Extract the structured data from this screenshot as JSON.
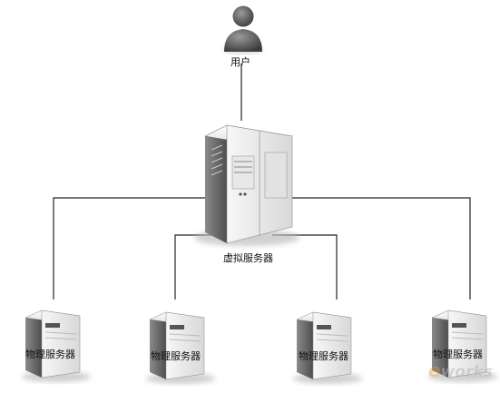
{
  "nodes": {
    "user": {
      "label": "用户"
    },
    "virtual_server": {
      "label": "虚拟服务器"
    },
    "physical_servers": [
      {
        "label": "物理服务器"
      },
      {
        "label": "物理服务器"
      },
      {
        "label": "物理服务器"
      },
      {
        "label": "物理服务器"
      }
    ]
  },
  "watermark": {
    "text": "works",
    "accent_letter": "e"
  },
  "colors": {
    "line": "#222222",
    "server_light": "#f2f2f2",
    "server_dark": "#6e6e6e",
    "user_icon": "#555555"
  }
}
